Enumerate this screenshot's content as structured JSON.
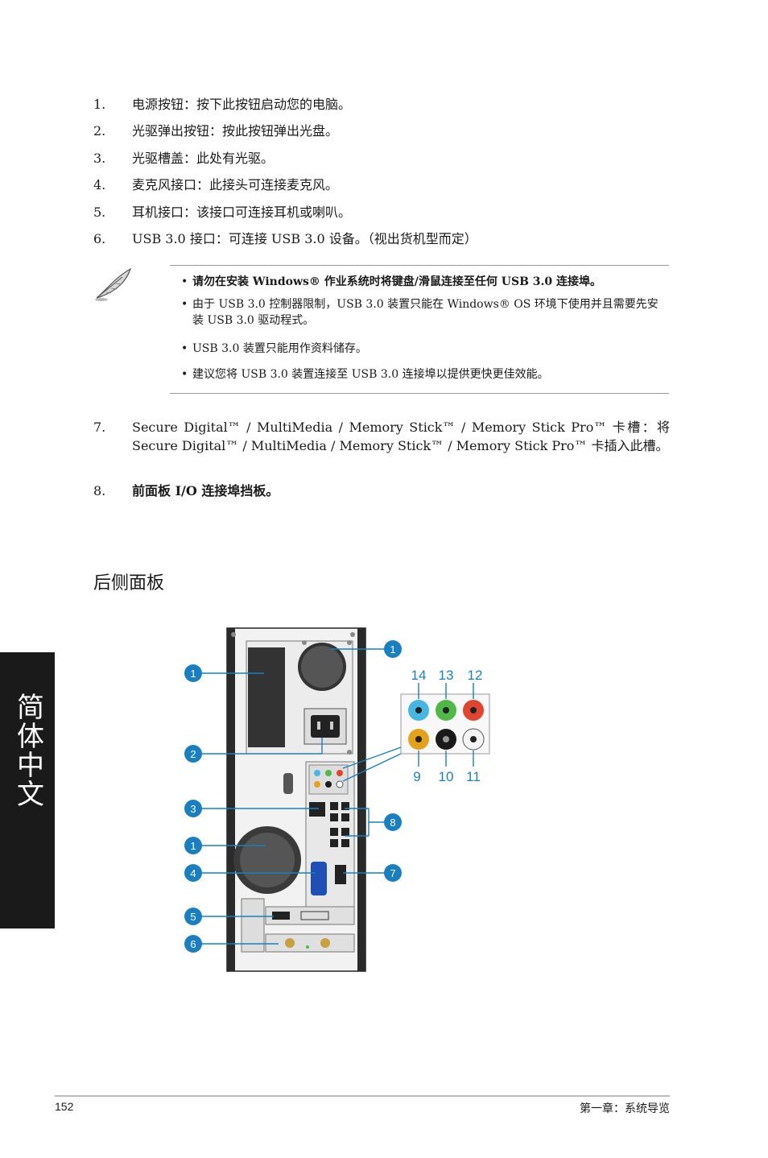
{
  "list_top": [
    {
      "num": "1.",
      "text": "电源按钮：按下此按钮启动您的电脑。",
      "bold": false
    },
    {
      "num": "2.",
      "text": "光驱弹出按钮：按此按钮弹出光盘。",
      "bold": false
    },
    {
      "num": "3.",
      "text": "光驱槽盖：此处有光驱。",
      "bold": false
    },
    {
      "num": "4.",
      "text": "麦克风接口：此接头可连接麦克风。",
      "bold": false
    },
    {
      "num": "5.",
      "text": "耳机接口：该接口可连接耳机或喇叭。",
      "bold": false
    },
    {
      "num": "6.",
      "text": "USB 3.0 接口：可连接 USB 3.0 设备。（视出货机型而定）",
      "bold": false
    }
  ],
  "notes": [
    {
      "text": "请勿在安装 Windows® 作业系统时将键盘/滑鼠连接至任何 USB 3.0 连接埠。",
      "bold": true
    },
    {
      "text": "由于 USB 3.0 控制器限制，USB 3.0 装置只能在 Windows® OS 环境下使用并且需要先安装 USB 3.0 驱动程式。",
      "bold": false
    },
    {
      "text": "USB 3.0 装置只能用作资料储存。",
      "bold": false
    },
    {
      "text": "建议您将 USB 3.0 装置连接至 USB 3.0 连接埠以提供更快更佳效能。",
      "bold": false
    }
  ],
  "bullet": "•",
  "list_bottom": [
    {
      "num": "7.",
      "text": "Secure Digital™ / MultiMedia / Memory Stick™ / Memory Stick Pro™ 卡槽：将 Secure Digital™ / MultiMedia / Memory Stick™ / Memory Stick Pro™ 卡插入此槽。",
      "bold": false
    },
    {
      "num": "8.",
      "text": "前面板 I/O 连接埠挡板。",
      "bold": true
    }
  ],
  "section_title": "后侧面板",
  "side_tab": [
    "简",
    "体",
    "中",
    "文"
  ],
  "diagram": {
    "callouts": {
      "c1a": "1",
      "c1b": "1",
      "c1c": "1",
      "c2": "2",
      "c3": "3",
      "c4": "4",
      "c5": "5",
      "c6": "6",
      "c7": "7",
      "c8": "8"
    },
    "port_labels": {
      "p14": "14",
      "p13": "13",
      "p12": "12",
      "p9": "9",
      "p10": "10",
      "p11": "11"
    },
    "colors": {
      "callout": "#1a7fc0",
      "line_in": "#47b6e0",
      "line_out": "#4fb848",
      "mic": "#e0452f",
      "center": "#e4a21c",
      "rear": "#1a1a1a",
      "side": "#f4f4f4"
    }
  },
  "footer": {
    "page": "152",
    "chapter": "第一章：系统导览"
  }
}
